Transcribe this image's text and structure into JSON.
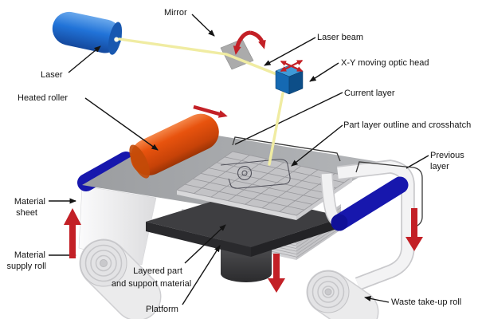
{
  "diagram": {
    "labels": {
      "mirror": "Mirror",
      "laser_beam": "Laser beam",
      "optic_head": "X-Y moving optic head",
      "laser": "Laser",
      "heated_roller": "Heated roller",
      "current_layer": "Current layer",
      "part_layer": "Part layer outline and crosshatch",
      "previous_layer": [
        "Previous",
        "layer"
      ],
      "material_sheet": [
        "Material",
        "sheet"
      ],
      "supply_roll": [
        "Material",
        "supply roll"
      ],
      "layered_part": [
        "Layered part",
        "and support material"
      ],
      "platform": "Platform",
      "waste_roll": "Waste take-up roll"
    },
    "colors": {
      "laser_blue": "#2173d8",
      "cube_blue": "#1569b2",
      "roller_orange": "#e8530e",
      "roller_navy": "#1717ad",
      "beam_yellow": "#f0eca2",
      "arrow_red": "#c32026",
      "mirror_gray": "#ababab",
      "sheet_gray": "#a9abae",
      "band_white": "#f3f3f4",
      "platform_dark": "#3e3e41",
      "text": "#141414"
    }
  }
}
